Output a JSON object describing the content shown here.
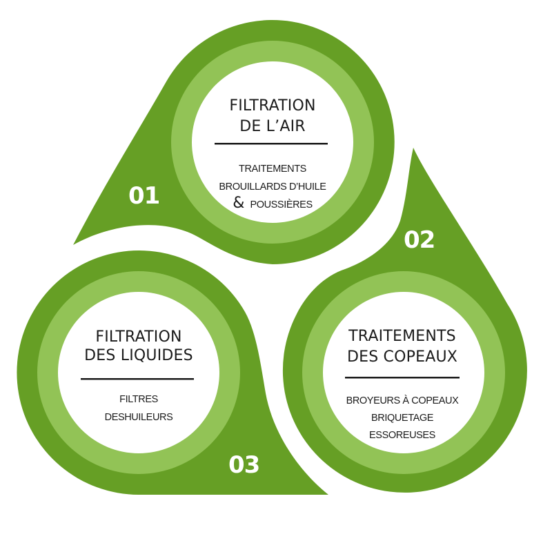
{
  "colors": {
    "dark_green": "#669f25",
    "light_green": "#92c356",
    "center": "#ffffff",
    "text": "#1a1a1a",
    "number": "#ffffff",
    "divider": "#1a1a1a"
  },
  "items": [
    {
      "number": "01",
      "title": [
        "FILTRATION",
        "DE L’AIR"
      ],
      "lines": [
        "TRAITEMENTS",
        "BROUILLARDS D’HUILE"
      ],
      "amp_line": {
        "amp": "&",
        "text": "POUSSIÈRES"
      }
    },
    {
      "number": "02",
      "title": [
        "TRAITEMENTS",
        "DES COPEAUX"
      ],
      "lines": [
        "BROYEURS À COPEAUX",
        "BRIQUETAGE",
        "ESSOREUSES"
      ]
    },
    {
      "number": "03",
      "title": [
        "FILTRATION",
        "DES LIQUIDES"
      ],
      "lines": [
        "FILTRES",
        "DESHUILEURS"
      ]
    }
  ]
}
